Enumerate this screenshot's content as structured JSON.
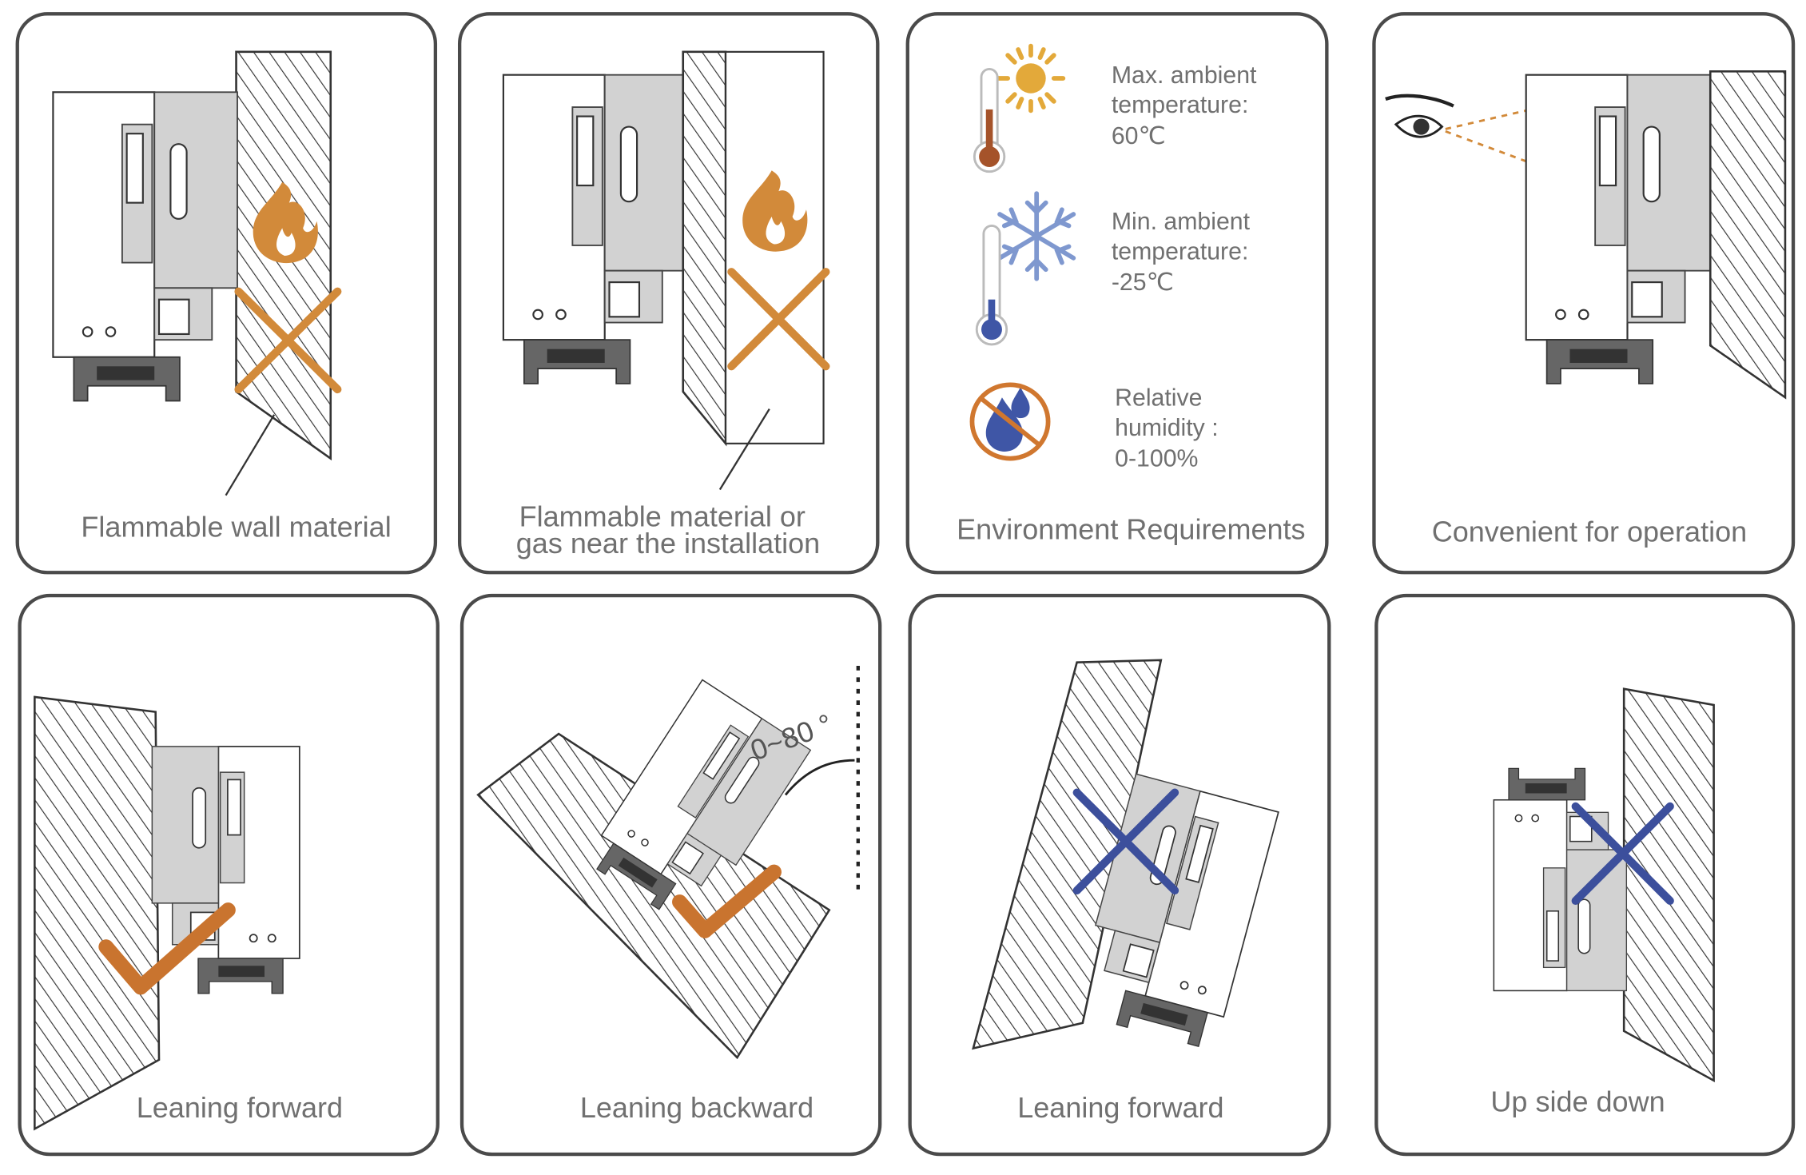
{
  "title": "Installation environment requirements",
  "colors": {
    "orange": "#d28a3a",
    "blue": "#3c4f9c",
    "frame": "#4a4a4a",
    "text": "#707070",
    "sun": "#e3a93a"
  },
  "panels": [
    {
      "label": "Flammable wall material",
      "status": "prohibited"
    },
    {
      "label_line1": "Flammable material or",
      "label_line2": "gas near the installation",
      "status": "prohibited"
    },
    {
      "label": "Environment Requirements",
      "max_temp": {
        "line1": "Max. ambient",
        "line2": "temperature:",
        "line3": "60℃",
        "icon": "thermometer-hot-sun-icon"
      },
      "min_temp": {
        "line1": "Min. ambient",
        "line2": "temperature:",
        "line3": "-25℃",
        "icon": "thermometer-cold-snowflake-icon"
      },
      "humidity": {
        "line1": "Relative",
        "line2": "humidity :",
        "line3": "0-100%",
        "icon": "no-water-drops-icon"
      }
    },
    {
      "label": "Convenient for operation",
      "status": "allowed"
    },
    {
      "label": "Leaning forward",
      "status": "allowed"
    },
    {
      "label": "Leaning backward",
      "angle": "0~80 °",
      "status": "allowed"
    },
    {
      "label": "Leaning forward",
      "status": "prohibited"
    },
    {
      "label": "Up side down",
      "status": "prohibited"
    }
  ]
}
